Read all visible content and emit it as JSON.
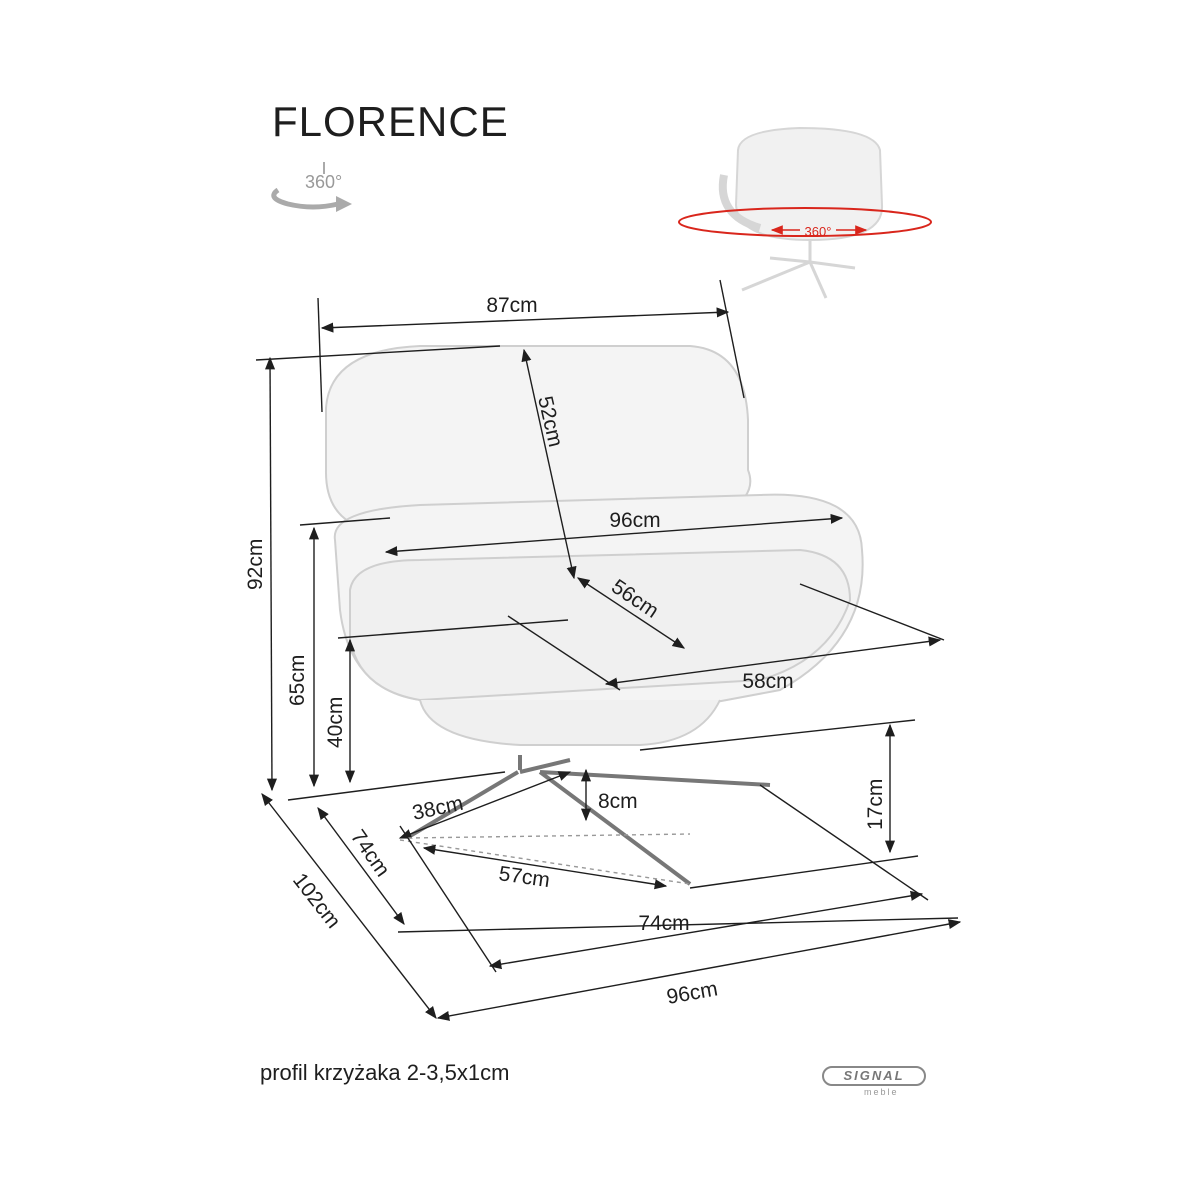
{
  "title": "FLORENCE",
  "rotation_badge": "360°",
  "thumbnail_rotation": "360°",
  "dimensions": {
    "top_width": "87cm",
    "back_height": "52cm",
    "total_height": "92cm",
    "armrest_width": "96cm",
    "seat_depth": "56cm",
    "seat_width": "58cm",
    "armrest_height": "65cm",
    "seat_height": "40cm",
    "base_leg": "38cm",
    "base_clearance": "8cm",
    "base_height": "17cm",
    "base_depth": "74cm",
    "base_diagonal": "57cm",
    "footprint_width": "74cm",
    "total_depth": "102cm",
    "total_width": "96cm"
  },
  "footer_note": "profil krzyżaka 2-3,5x1cm",
  "brand": {
    "name": "SIGNAL",
    "sub": "meble"
  },
  "colors": {
    "line": "#1e1e1e",
    "accent": "#d9261c",
    "chair_fill": "#f4f4f4",
    "chair_stroke": "#cfcfcf"
  }
}
